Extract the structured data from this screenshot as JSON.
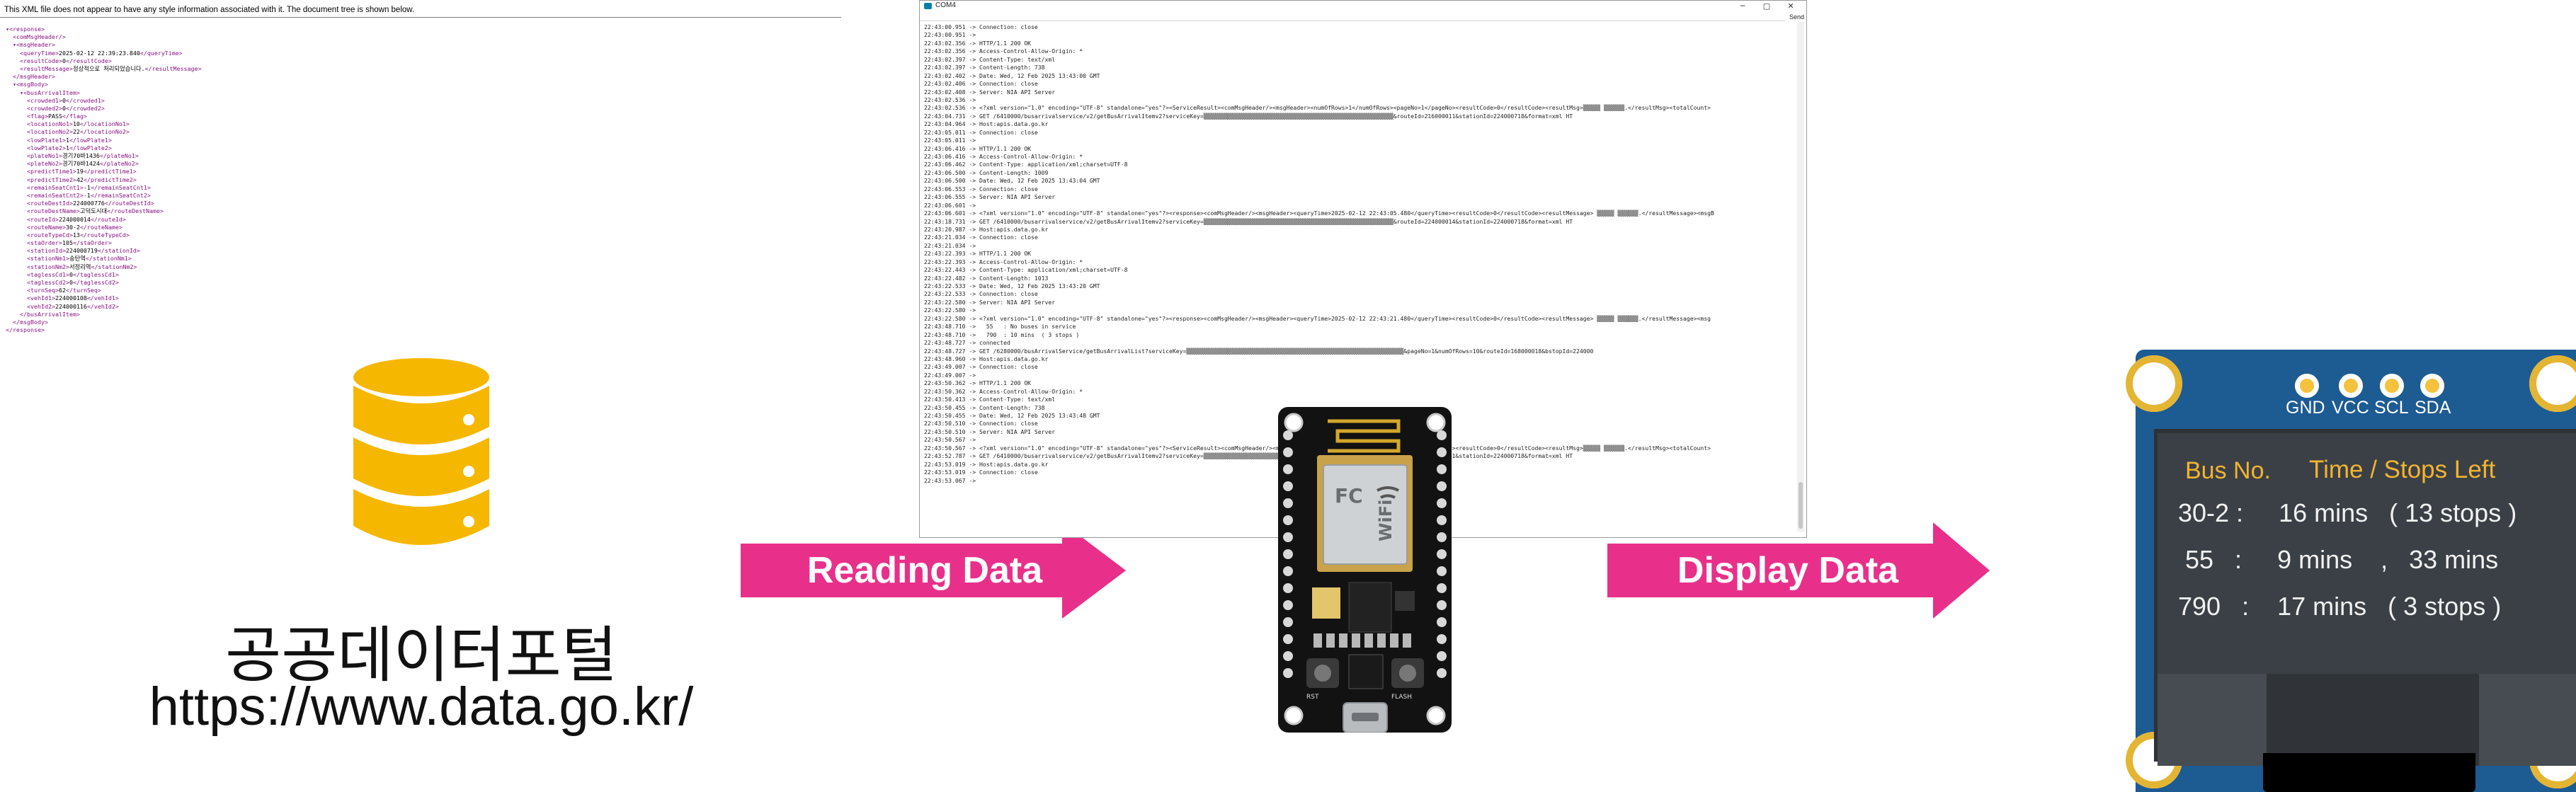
{
  "xml_viewer": {
    "notice": "This XML file does not appear to have any style information associated with it. The document tree is shown below.",
    "lines": [
      {
        "indent": 0,
        "tag": "▾<response>",
        "text": "",
        "close": ""
      },
      {
        "indent": 1,
        "tag": "<comMsgHeader/>",
        "text": "",
        "close": ""
      },
      {
        "indent": 1,
        "tag": "▾<msgHeader>",
        "text": "",
        "close": ""
      },
      {
        "indent": 2,
        "tag": "<queryTime>",
        "text": "2025-02-12 22:39:23.840",
        "close": "</queryTime>"
      },
      {
        "indent": 2,
        "tag": "<resultCode>",
        "text": "0",
        "close": "</resultCode>"
      },
      {
        "indent": 2,
        "tag": "<resultMessage>",
        "text": "정상적으로 처리되었습니다.",
        "close": "</resultMessage>"
      },
      {
        "indent": 1,
        "tag": "</msgHeader>",
        "text": "",
        "close": ""
      },
      {
        "indent": 1,
        "tag": "▾<msgBody>",
        "text": "",
        "close": ""
      },
      {
        "indent": 2,
        "tag": "▾<busArrivalItem>",
        "text": "",
        "close": ""
      },
      {
        "indent": 3,
        "tag": "<crowded1>",
        "text": "0",
        "close": "</crowded1>"
      },
      {
        "indent": 3,
        "tag": "<crowded2>",
        "text": "0",
        "close": "</crowded2>"
      },
      {
        "indent": 3,
        "tag": "<flag>",
        "text": "PASS",
        "close": "</flag>"
      },
      {
        "indent": 3,
        "tag": "<locationNo1>",
        "text": "10",
        "close": "</locationNo1>"
      },
      {
        "indent": 3,
        "tag": "<locationNo2>",
        "text": "22",
        "close": "</locationNo2>"
      },
      {
        "indent": 3,
        "tag": "<lowPlate1>",
        "text": "1",
        "close": "</lowPlate1>"
      },
      {
        "indent": 3,
        "tag": "<lowPlate2>",
        "text": "1",
        "close": "</lowPlate2>"
      },
      {
        "indent": 3,
        "tag": "<plateNo1>",
        "text": "경기70바1436",
        "close": "</plateNo1>"
      },
      {
        "indent": 3,
        "tag": "<plateNo2>",
        "text": "경기70바1424",
        "close": "</plateNo2>"
      },
      {
        "indent": 3,
        "tag": "<predictTime1>",
        "text": "19",
        "close": "</predictTime1>"
      },
      {
        "indent": 3,
        "tag": "<predictTime2>",
        "text": "42",
        "close": "</predictTime2>"
      },
      {
        "indent": 3,
        "tag": "<remainSeatCnt1>",
        "text": "-1",
        "close": "</remainSeatCnt1>"
      },
      {
        "indent": 3,
        "tag": "<remainSeatCnt2>",
        "text": "-1",
        "close": "</remainSeatCnt2>"
      },
      {
        "indent": 3,
        "tag": "<routeDestId>",
        "text": "224000776",
        "close": "</routeDestId>"
      },
      {
        "indent": 3,
        "tag": "<routeDestName>",
        "text": "고덕도시대",
        "close": "</routeDestName>"
      },
      {
        "indent": 3,
        "tag": "<routeId>",
        "text": "224000014",
        "close": "</routeId>"
      },
      {
        "indent": 3,
        "tag": "<routeName>",
        "text": "30-2",
        "close": "</routeName>"
      },
      {
        "indent": 3,
        "tag": "<routeTypeCd>",
        "text": "13",
        "close": "</routeTypeCd>"
      },
      {
        "indent": 3,
        "tag": "<staOrder>",
        "text": "105",
        "close": "</staOrder>"
      },
      {
        "indent": 3,
        "tag": "<stationId>",
        "text": "224000719",
        "close": "</stationId>"
      },
      {
        "indent": 3,
        "tag": "<stationNm1>",
        "text": "송탄역",
        "close": "</stationNm1>"
      },
      {
        "indent": 3,
        "tag": "<stationNm2>",
        "text": "서정리역",
        "close": "</stationNm2>"
      },
      {
        "indent": 3,
        "tag": "<taglessCd1>",
        "text": "0",
        "close": "</taglessCd1>"
      },
      {
        "indent": 3,
        "tag": "<taglessCd2>",
        "text": "0",
        "close": "</taglessCd2>"
      },
      {
        "indent": 3,
        "tag": "<turnSeq>",
        "text": "62",
        "close": "</turnSeq>"
      },
      {
        "indent": 3,
        "tag": "<vehId1>",
        "text": "224000108",
        "close": "</vehId1>"
      },
      {
        "indent": 3,
        "tag": "<vehId2>",
        "text": "224000116",
        "close": "</vehId2>"
      },
      {
        "indent": 2,
        "tag": "</busArrivalItem>",
        "text": "",
        "close": ""
      },
      {
        "indent": 1,
        "tag": "</msgBody>",
        "text": "",
        "close": ""
      },
      {
        "indent": 0,
        "tag": "</response>",
        "text": "",
        "close": ""
      }
    ]
  },
  "portal": {
    "title": "공공데이터포털",
    "url": "https://www.data.go.kr/",
    "db_icon": "database-icon",
    "db_color": "#f6b700"
  },
  "arrows": {
    "read_label": "Reading Data",
    "display_label": "Display Data",
    "color": "#e8308a"
  },
  "serial_monitor": {
    "title": "COM4",
    "send_label": "Send",
    "minimize": "─",
    "maximize": "▢",
    "close": "✕",
    "log": [
      "22:43:00.951 -> Connection: close",
      "22:43:00.951 ->",
      "22:43:02.356 -> HTTP/1.1 200 OK",
      "22:43:02.356 -> Access-Control-Allow-Origin: *",
      "22:43:02.397 -> Content-Type: text/xml",
      "22:43:02.397 -> Content-Length: 738",
      "22:43:02.402 -> Date: Wed, 12 Feb 2025 13:43:00 GMT",
      "22:43:02.406 -> Connection: close",
      "22:43:02.408 -> Server: NIA API Server",
      "22:43:02.536 ->",
      "22:43:02.536 -> <?xml version=\"1.0\" encoding=\"UTF-8\" standalone=\"yes\"?><ServiceResult><comMsgHeader/><msgHeader><numOfRows>1</numOfRows><pageNo>1</pageNo><resultCode>0</resultCode><resultMsg>▒▒▒▒▒ ▒▒▒▒▒▒.</resultMsg><totalCount>",
      "22:43:04.731 -> GET /6410000/busarrivalservice/v2/getBusArrivalItemv2?serviceKey=▒▒▒▒▒▒▒▒▒▒▒▒▒▒▒▒▒▒▒▒▒▒▒▒▒▒▒▒▒▒▒▒▒▒▒▒▒▒▒▒▒▒▒▒▒▒▒▒▒▒▒▒▒▒▒&routeId=216000011&stationId=224000718&format=xml HT",
      "22:43:04.964 -> Host:apis.data.go.kr",
      "22:43:05.011 -> Connection: close",
      "22:43:05.011 ->",
      "22:43:06.416 -> HTTP/1.1 200 OK",
      "22:43:06.416 -> Access-Control-Allow-Origin: *",
      "22:43:06.462 -> Content-Type: application/xml;charset=UTF-8",
      "22:43:06.500 -> Content-Length: 1009",
      "22:43:06.500 -> Date: Wed, 12 Feb 2025 13:43:04 GMT",
      "22:43:06.553 -> Connection: close",
      "22:43:06.555 -> Server: NIA API Server",
      "22:43:06.601 ->",
      "22:43:06.601 -> <?xml version=\"1.0\" encoding=\"UTF-8\" standalone=\"yes\"?><response><comMsgHeader/><msgHeader><queryTime>2025-02-12 22:43:05.480</queryTime><resultCode>0</resultCode><resultMessage> ▒▒▒▒▒ ▒▒▒▒▒▒.</resultMessage><msgB",
      "22:43:18.731 -> GET /6410000/busarrivalservice/v2/getBusArrivalItemv2?serviceKey=▒▒▒▒▒▒▒▒▒▒▒▒▒▒▒▒▒▒▒▒▒▒▒▒▒▒▒▒▒▒▒▒▒▒▒▒▒▒▒▒▒▒▒▒▒▒▒▒▒▒▒▒▒▒▒&routeId=224000014&stationId=224000718&format=xml HT",
      "22:43:20.987 -> Host:apis.data.go.kr",
      "22:43:21.034 -> Connection: close",
      "22:43:21.034 ->",
      "22:43:22.393 -> HTTP/1.1 200 OK",
      "22:43:22.393 -> Access-Control-Allow-Origin: *",
      "22:43:22.443 -> Content-Type: application/xml;charset=UTF-8",
      "22:43:22.482 -> Content-Length: 1013",
      "22:43:22.533 -> Date: Wed, 12 Feb 2025 13:43:20 GMT",
      "22:43:22.533 -> Connection: close",
      "22:43:22.580 -> Server: NIA API Server",
      "22:43:22.580 ->",
      "22:43:22.580 -> <?xml version=\"1.0\" encoding=\"UTF-8\" standalone=\"yes\"?><response><comMsgHeader/><msgHeader><queryTime>2025-02-12 22:43:21.480</queryTime><resultCode>0</resultCode><resultMessage> ▒▒▒▒▒ ▒▒▒▒▒▒.</resultMessage><msg",
      "22:43:48.710 ->   55   : No buses in service",
      "22:43:48.710 ->   790  : 10 mins  ( 3 stops )",
      "22:43:48.727 -> connected",
      "22:43:48.727 -> GET /6280000/busArrivalService/getBusArrivalList?serviceKey=▒▒▒▒▒▒▒▒▒▒▒▒▒▒▒▒▒▒▒▒▒▒▒▒▒▒▒▒▒▒▒▒▒▒▒▒▒▒▒▒▒▒▒▒▒▒▒▒▒▒▒▒▒▒▒▒▒▒▒▒▒▒▒&pageNo=1&numOfRows=10&routeId=168000018&bstopId=224000",
      "22:43:48.960 -> Host:apis.data.go.kr",
      "22:43:49.007 -> Connection: close",
      "22:43:49.007 ->",
      "22:43:50.362 -> HTTP/1.1 200 OK",
      "22:43:50.362 -> Access-Control-Allow-Origin: *",
      "22:43:50.413 -> Content-Type: text/xml",
      "22:43:50.455 -> Content-Length: 738",
      "22:43:50.455 -> Date: Wed, 12 Feb 2025 13:43:48 GMT",
      "22:43:50.510 -> Connection: close",
      "22:43:50.510 -> Server: NIA API Server",
      "22:43:50.567 ->",
      "22:43:50.567 -> <?xml version=\"1.0\" encoding=\"UTF-8\" standalone=\"yes\"?><ServiceResult><comMsgHeader/><msgHeader><numOfRows>1</numOfRows><pageNo>1</pageNo><resultCode>0</resultCode><resultMsg>▒▒▒▒▒ ▒▒▒▒▒▒.</resultMsg><totalCount>",
      "22:43:52.787 -> GET /6410000/busarrivalservice/v2/getBusArrivalItemv2?serviceKey=▒▒▒▒▒▒▒▒▒▒▒▒▒▒▒▒▒▒▒▒▒▒▒▒▒▒▒▒▒▒▒▒▒▒▒▒▒▒▒▒▒▒▒▒▒▒▒▒▒▒▒▒▒▒▒&routeId=216000011&stationId=224000718&format=xml HT",
      "22:43:53.019 -> Host:apis.data.go.kr",
      "22:43:53.019 -> Connection: close",
      "22:43:53.067 ->"
    ]
  },
  "board": {
    "wifi_text": "WiFi",
    "cert_text": "FC",
    "rst_label": "RST",
    "flash_label": "FLASH"
  },
  "oled": {
    "pins": [
      "GND",
      "VCC",
      "SCL",
      "SDA"
    ],
    "header_bus": "Bus No.",
    "header_time": "Time / Stops Left",
    "text_color": "#f2b431",
    "pcb_color": "#1d5b93",
    "rows": [
      "30-2 :     16 mins   ( 13 stops )",
      " 55   :     9 mins    ,   33 mins",
      "790   :    17 mins   ( 3 stops )"
    ]
  }
}
